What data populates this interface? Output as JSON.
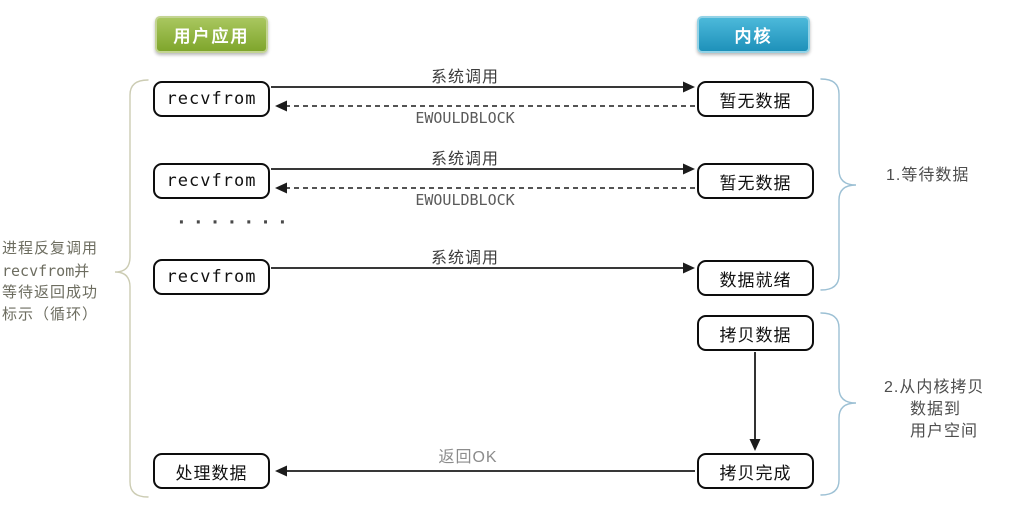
{
  "headers": {
    "user": "用户应用",
    "kernel": "内核"
  },
  "nodes": {
    "recvfrom": "recvfrom",
    "no_data": "暂无数据",
    "data_ready": "数据就绪",
    "copy_data": "拷贝数据",
    "copy_done": "拷贝完成",
    "process_data": "处理数据"
  },
  "labels": {
    "syscall": "系统调用",
    "ewouldblock": "EWOULDBLOCK",
    "return_ok": "返回OK",
    "dots": "·······"
  },
  "annotations": {
    "left_loop": {
      "line1": "进程反复调用",
      "line2": "recvfrom并",
      "line3": "等待返回成功",
      "line4": "标示（循环）"
    },
    "right_wait": "1.等待数据",
    "right_copy": {
      "line1": "2.从内核拷贝",
      "line2": "数据到",
      "line3": "用户空间"
    }
  },
  "colors": {
    "user_header_top": "#a9c75f",
    "user_header_bottom": "#7fa62c",
    "user_header_border": "#c3d492",
    "kernel_header_top": "#4cb9da",
    "kernel_header_bottom": "#1e91ba",
    "kernel_header_border": "#93d2e6",
    "arrow": "#1c1c1c",
    "box_border": "#0d0d0d",
    "brace_left": "#ccccb3",
    "brace_right": "#9cc0d4",
    "note_text": "#4e4e4e",
    "left_note_text": "#6d6d60",
    "label_dark": "#3c3c3c",
    "label_gray": "#5a5a5a",
    "return_label": "#8c8c8c"
  }
}
